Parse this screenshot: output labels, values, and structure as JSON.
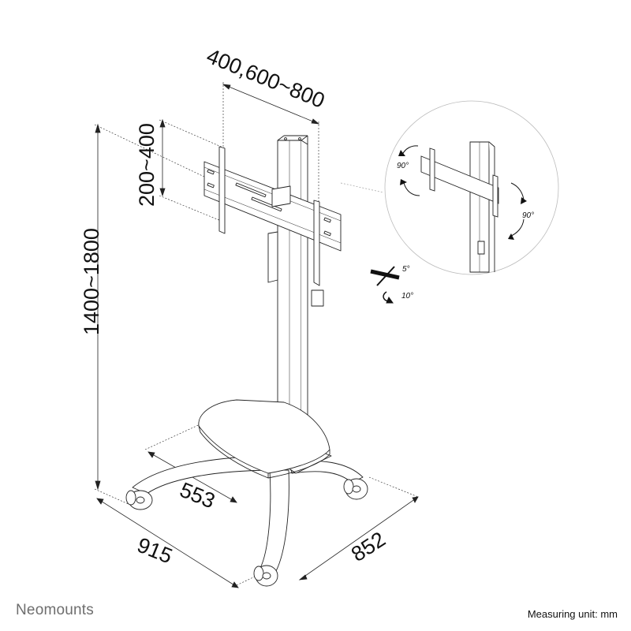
{
  "diagram": {
    "dimensions": {
      "vesa_width": "400,600~800",
      "vesa_height": "200~400",
      "height_range": "1400~1800",
      "shelf_depth": "553",
      "base_width": "915",
      "base_depth": "852"
    },
    "angles": {
      "tilt_up": "5°",
      "tilt_down": "10°",
      "rotate_left": "90°",
      "rotate_right": "90°"
    }
  },
  "footer": {
    "brand": "Neomounts",
    "measuring_unit": "Measuring unit: mm"
  }
}
